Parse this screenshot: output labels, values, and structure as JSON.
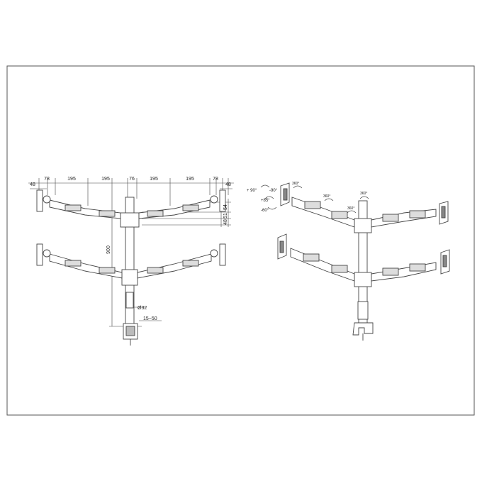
{
  "diagram": {
    "front_view": {
      "dimensions_top": [
        "48",
        "78",
        "195",
        "195",
        "76",
        "195",
        "195",
        "78",
        "48"
      ],
      "dimensions_right": [
        "54",
        "51",
        "48"
      ],
      "pole_height": "900",
      "pole_diameter": "Ø32",
      "clamp_range": "15~50"
    },
    "iso_view": {
      "tilt_up": "+ 90°",
      "tilt_down": "-90°",
      "swivel_up": "+85°",
      "swivel_down": "-60°",
      "rotation_labels": [
        "360°",
        "360°",
        "360°",
        "360°"
      ]
    }
  }
}
